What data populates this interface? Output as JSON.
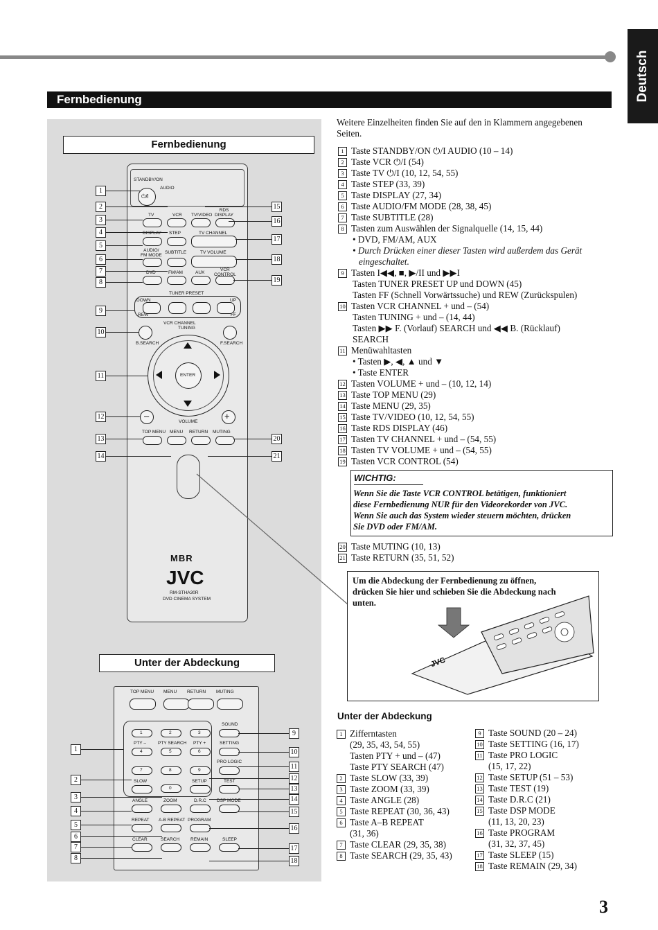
{
  "header": {
    "language_tab": "Deutsch",
    "section_title": "Fernbedienung"
  },
  "left_panel": {
    "remote_title": "Fernbedienung",
    "cover_title": "Unter der Abdeckung"
  },
  "remote_labels": {
    "standby": "STANDBY/ON",
    "audio": "AUDIO",
    "power_symbol": "⏻/I",
    "tv": "TV",
    "vcr": "VCR",
    "tv_video": "TV/VIDEO",
    "rds_display": "RDS\nDISPLAY",
    "display": "DISPLAY",
    "step": "STEP",
    "tv_channel": "TV CHANNEL",
    "audio_fm": "AUDIO/\nFM MODE",
    "subtitle": "SUBTITLE",
    "tv_volume": "TV VOLUME",
    "dvd": "DVD",
    "fm_am": "FM/AM",
    "aux": "AUX",
    "vcr_control": "VCR\nCONTROL",
    "tuner_preset": "TUNER PRESET",
    "down": "DOWN",
    "up": "UP",
    "rew": "REW",
    "ff": "FF",
    "vcr_channel": "VCR CHANNEL",
    "tuning": "TUNING",
    "b_search": "B.SEARCH",
    "f_search": "F.SEARCH",
    "enter": "ENTER",
    "volume": "VOLUME",
    "top_menu": "TOP MENU",
    "menu": "MENU",
    "return": "RETURN",
    "muting": "MUTING",
    "mbr": "MBR",
    "brand": "JVC",
    "model": "RM-STHA30R",
    "system": "DVD CINEMA SYSTEM",
    "minus": "–",
    "plus": "+"
  },
  "cover_labels": {
    "top": [
      "TOP MENU",
      "MENU",
      "RETURN",
      "MUTING"
    ],
    "sound": "SOUND",
    "setting": "SETTING",
    "pro_logic": "PRO LOGIC",
    "test": "TEST",
    "dsp_mode": "DSP MODE",
    "pty_minus": "PTY –",
    "pty_search": "PTY SEARCH",
    "pty_plus": "PTY +",
    "slow": "SLOW",
    "setup": "SETUP",
    "angle": "ANGLE",
    "zoom": "ZOOM",
    "drc": "D.R.C",
    "repeat": "REPEAT",
    "ab_repeat": "A-B REPEAT",
    "program": "PROGRAM",
    "clear": "CLEAR",
    "search": "SEARCH",
    "remain": "REMAIN",
    "sleep": "SLEEP",
    "digits": [
      "1",
      "2",
      "3",
      "4",
      "5",
      "6",
      "7",
      "8",
      "9",
      "0"
    ]
  },
  "callouts_remote_left": [
    "1",
    "2",
    "3",
    "4",
    "5",
    "6",
    "7",
    "8",
    "9",
    "10",
    "11",
    "12",
    "13",
    "14"
  ],
  "callouts_remote_right": [
    "15",
    "16",
    "17",
    "18",
    "19",
    "20",
    "21"
  ],
  "callouts_cover_left": [
    "1",
    "2",
    "3",
    "4",
    "5",
    "6",
    "7",
    "8"
  ],
  "callouts_cover_right": [
    "9",
    "10",
    "11",
    "12",
    "13",
    "14",
    "15",
    "16",
    "17",
    "18"
  ],
  "intro": "Weitere Einzelheiten finden Sie auf den in Klammern angegebenen",
  "intro2": "Seiten.",
  "items": [
    {
      "n": "1",
      "t": "Taste STANDBY/ON ⏻/I AUDIO (10 – 14)"
    },
    {
      "n": "2",
      "t": "Taste VCR ⏻/I (54)"
    },
    {
      "n": "3",
      "t": "Taste TV ⏻/I (10, 12, 54, 55)"
    },
    {
      "n": "4",
      "t": "Taste STEP (33, 39)"
    },
    {
      "n": "5",
      "t": "Taste DISPLAY (27, 34)"
    },
    {
      "n": "6",
      "t": "Taste AUDIO/FM MODE (28, 38, 45)"
    },
    {
      "n": "7",
      "t": "Taste SUBTITLE (28)"
    },
    {
      "n": "8",
      "t": "Tasten zum Auswählen der Signalquelle (14, 15, 44)"
    }
  ],
  "item8_sub1": "• DVD, FM/AM, AUX",
  "item8_sub2": "• Durch Drücken einer dieser Tasten wird außerdem das Gerät",
  "item8_sub3": "eingeschaltet.",
  "item9": {
    "n": "9",
    "t": "Tasten I◀◀, ■, ▶/II und ▶▶I"
  },
  "item9_l2": "Tasten TUNER PRESET UP und DOWN (45)",
  "item9_l3": "Tasten FF (Schnell Vorwärtssuche) und REW (Zurückspulen)",
  "item10": {
    "n": "10",
    "t": "Tasten VCR CHANNEL + und – (54)"
  },
  "item10_l2": "Tasten TUNING + und – (14, 44)",
  "item10_l3": "Tasten ▶▶ F. (Vorlauf) SEARCH und ◀◀ B. (Rücklauf)",
  "item10_l4": "SEARCH",
  "item11": {
    "n": "11",
    "t": "Menüwahltasten"
  },
  "item11_l2": "• Tasten ▶, ◀, ▲ und ▼",
  "item11_l3": "• Taste ENTER",
  "items2": [
    {
      "n": "12",
      "t": "Tasten VOLUME + und – (10, 12, 14)"
    },
    {
      "n": "13",
      "t": "Taste TOP MENU (29)"
    },
    {
      "n": "14",
      "t": "Taste MENU (29, 35)"
    },
    {
      "n": "15",
      "t": "Taste TV/VIDEO (10, 12, 54, 55)"
    },
    {
      "n": "16",
      "t": "Taste RDS DISPLAY (46)"
    },
    {
      "n": "17",
      "t": "Tasten TV CHANNEL + und – (54, 55)"
    },
    {
      "n": "18",
      "t": "Tasten TV VOLUME + und – (54, 55)"
    },
    {
      "n": "19",
      "t": "Tasten VCR CONTROL (54)"
    }
  ],
  "wichtig": {
    "title": "WICHTIG:",
    "l1": "Wenn Sie die Taste VCR CONTROL betätigen, funktioniert",
    "l2": "diese Fernbedienung NUR für den Videorekorder von JVC.",
    "l3": "Wenn Sie auch das System wieder steuern möchten, drücken",
    "l4": "Sie DVD oder FM/AM."
  },
  "items3": [
    {
      "n": "20",
      "t": "Taste MUTING (10, 13)"
    },
    {
      "n": "21",
      "t": "Taste RETURN (35, 51, 52)"
    }
  ],
  "cover_note": {
    "l1": "Um die Abdeckung der Fernbedienung zu öffnen,",
    "l2": "drücken Sie hier und schieben Sie die Abdeckung nach",
    "l3": "unten."
  },
  "cover_heading": "Unter der Abdeckung",
  "cover_items_left": [
    {
      "n": "1",
      "t": "Zifferntasten"
    },
    {
      "n": "",
      "t": "(29, 35, 43, 54, 55)"
    },
    {
      "n": "",
      "t": "Tasten PTY + und – (47)"
    },
    {
      "n": "",
      "t": "Taste PTY SEARCH (47)"
    },
    {
      "n": "2",
      "t": "Taste SLOW (33, 39)"
    },
    {
      "n": "3",
      "t": "Taste ZOOM (33, 39)"
    },
    {
      "n": "4",
      "t": "Taste ANGLE (28)"
    },
    {
      "n": "5",
      "t": "Taste REPEAT (30, 36, 43)"
    },
    {
      "n": "6",
      "t": "Taste A–B REPEAT"
    },
    {
      "n": "",
      "t": "(31, 36)"
    },
    {
      "n": "7",
      "t": "Taste CLEAR (29, 35, 38)"
    },
    {
      "n": "8",
      "t": "Taste SEARCH (29, 35, 43)"
    }
  ],
  "cover_items_right": [
    {
      "n": "9",
      "t": "Taste SOUND (20 – 24)"
    },
    {
      "n": "10",
      "t": "Taste SETTING (16, 17)"
    },
    {
      "n": "11",
      "t": "Taste PRO LOGIC"
    },
    {
      "n": "",
      "t": "(15, 17, 22)"
    },
    {
      "n": "12",
      "t": "Taste SETUP (51 – 53)"
    },
    {
      "n": "13",
      "t": "Taste TEST (19)"
    },
    {
      "n": "14",
      "t": "Taste D.R.C (21)"
    },
    {
      "n": "15",
      "t": "Taste DSP MODE"
    },
    {
      "n": "",
      "t": "(11, 13, 20, 23)"
    },
    {
      "n": "16",
      "t": "Taste PROGRAM"
    },
    {
      "n": "",
      "t": "(31, 32, 37, 45)"
    },
    {
      "n": "17",
      "t": "Taste SLEEP (15)"
    },
    {
      "n": "18",
      "t": "Taste REMAIN (29, 34)"
    }
  ],
  "page_number": "3"
}
